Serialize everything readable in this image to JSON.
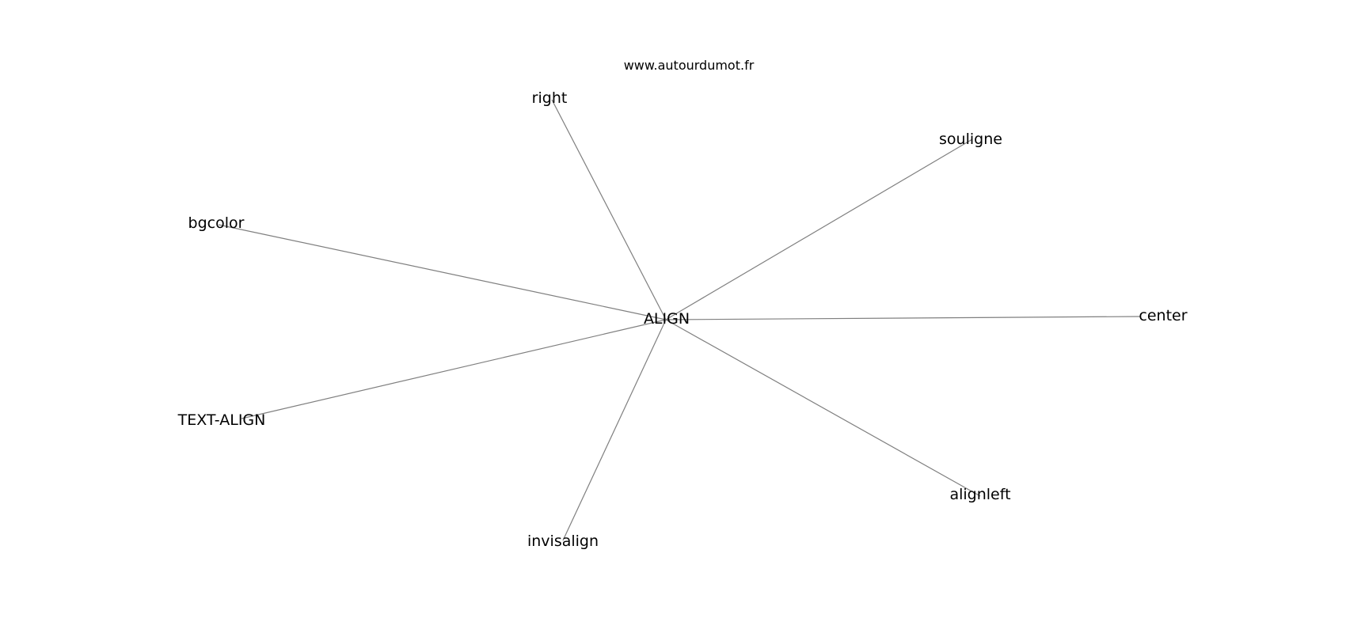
{
  "source_text": "www.autourdumot.fr",
  "colors": {
    "edge": "#7f7f7f",
    "text": "#000000",
    "background": "#ffffff"
  },
  "graph": {
    "center": "ALIGN",
    "neighbors": [
      "right",
      "souligne",
      "bgcolor",
      "center",
      "TEXT-ALIGN",
      "alignleft",
      "invisalign"
    ]
  }
}
